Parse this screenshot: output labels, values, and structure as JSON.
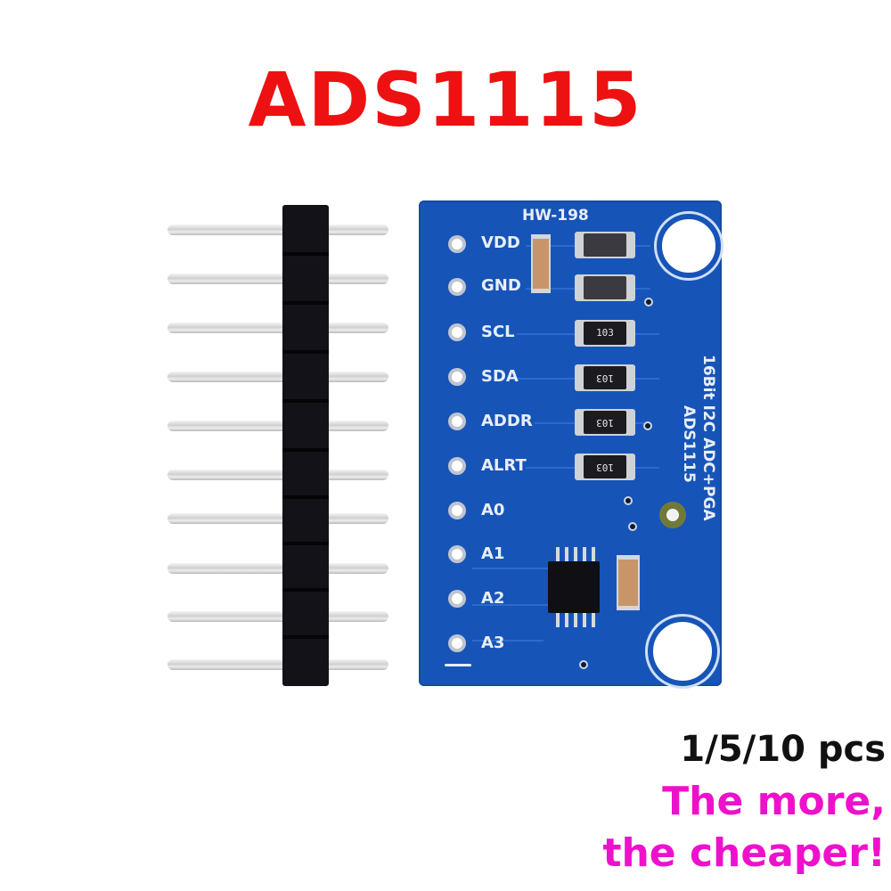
{
  "product": {
    "title": "ADS1115",
    "title_color": "#ee1111"
  },
  "board": {
    "model": "HW-198",
    "side_text_line1": "16Bit I2C ADC+PGA",
    "side_text_line2": "ADS1115",
    "pcb_color": "#1754b8",
    "pins": [
      {
        "label": "VDD"
      },
      {
        "label": "GND"
      },
      {
        "label": "SCL"
      },
      {
        "label": "SDA"
      },
      {
        "label": "ADDR"
      },
      {
        "label": "ALRT"
      },
      {
        "label": "A0"
      },
      {
        "label": "A1"
      },
      {
        "label": "A2"
      },
      {
        "label": "A3"
      }
    ],
    "resistors": [
      {
        "code": ""
      },
      {
        "code": ""
      },
      {
        "code": "103"
      },
      {
        "code": "103"
      },
      {
        "code": "103"
      },
      {
        "code": "103"
      }
    ]
  },
  "pin_header": {
    "pin_count": 10
  },
  "promo": {
    "quantity": "1/5/10 pcs",
    "quantity_color": "#111111",
    "line1": "The more,",
    "line2": "the cheaper!",
    "highlight_color": "#ee11cc"
  }
}
